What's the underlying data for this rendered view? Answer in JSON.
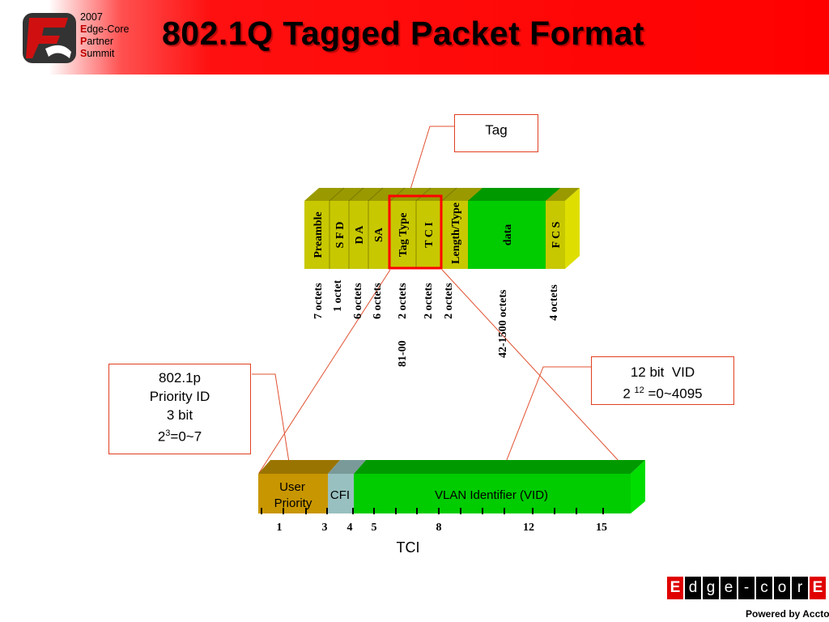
{
  "header": {
    "title": "802.1Q Tagged Packet Format",
    "logo_lines": [
      "2007",
      "dge-Core",
      "artner",
      "ummit"
    ],
    "logo_initials": [
      "E",
      "P",
      "S"
    ]
  },
  "frame": {
    "fields": [
      "Preamble",
      "S F D",
      "D A",
      "SA",
      "Tag Type",
      "T C I",
      "Length/Type",
      "data",
      "F C S"
    ],
    "octets": [
      "7 octets",
      "1 octet",
      "6 octets",
      "6 octets",
      "2 octets",
      "2 octets",
      "2 octets",
      "42-1500 octets",
      "4 octets"
    ],
    "tag_type_value": "81-00"
  },
  "callouts": {
    "tag": "Tag",
    "priority": [
      "802.1p",
      "Priority ID",
      "3 bit",
      "2",
      "3",
      "=0~7"
    ],
    "vid": [
      "12 bit  VID",
      "2 ",
      "12",
      " =0~4095"
    ]
  },
  "tci": {
    "fields": [
      "User",
      "Priority",
      "CFI",
      "VLAN Identifier (VID)"
    ],
    "bit_labels": [
      "1",
      "3",
      "4",
      "5",
      "8",
      "12",
      "15"
    ],
    "caption": "TCI"
  },
  "brand": {
    "letters": [
      "E",
      "d",
      "g",
      "e",
      "-",
      "c",
      "o",
      "r",
      "E"
    ],
    "powered": "Powered by Accton"
  },
  "colors": {
    "header_red": "#ff0000",
    "olive": "#c8c800",
    "green": "#00cc00",
    "gold": "#c89600",
    "cfi": "#99c0c0",
    "outline_red": "#ff0000"
  }
}
